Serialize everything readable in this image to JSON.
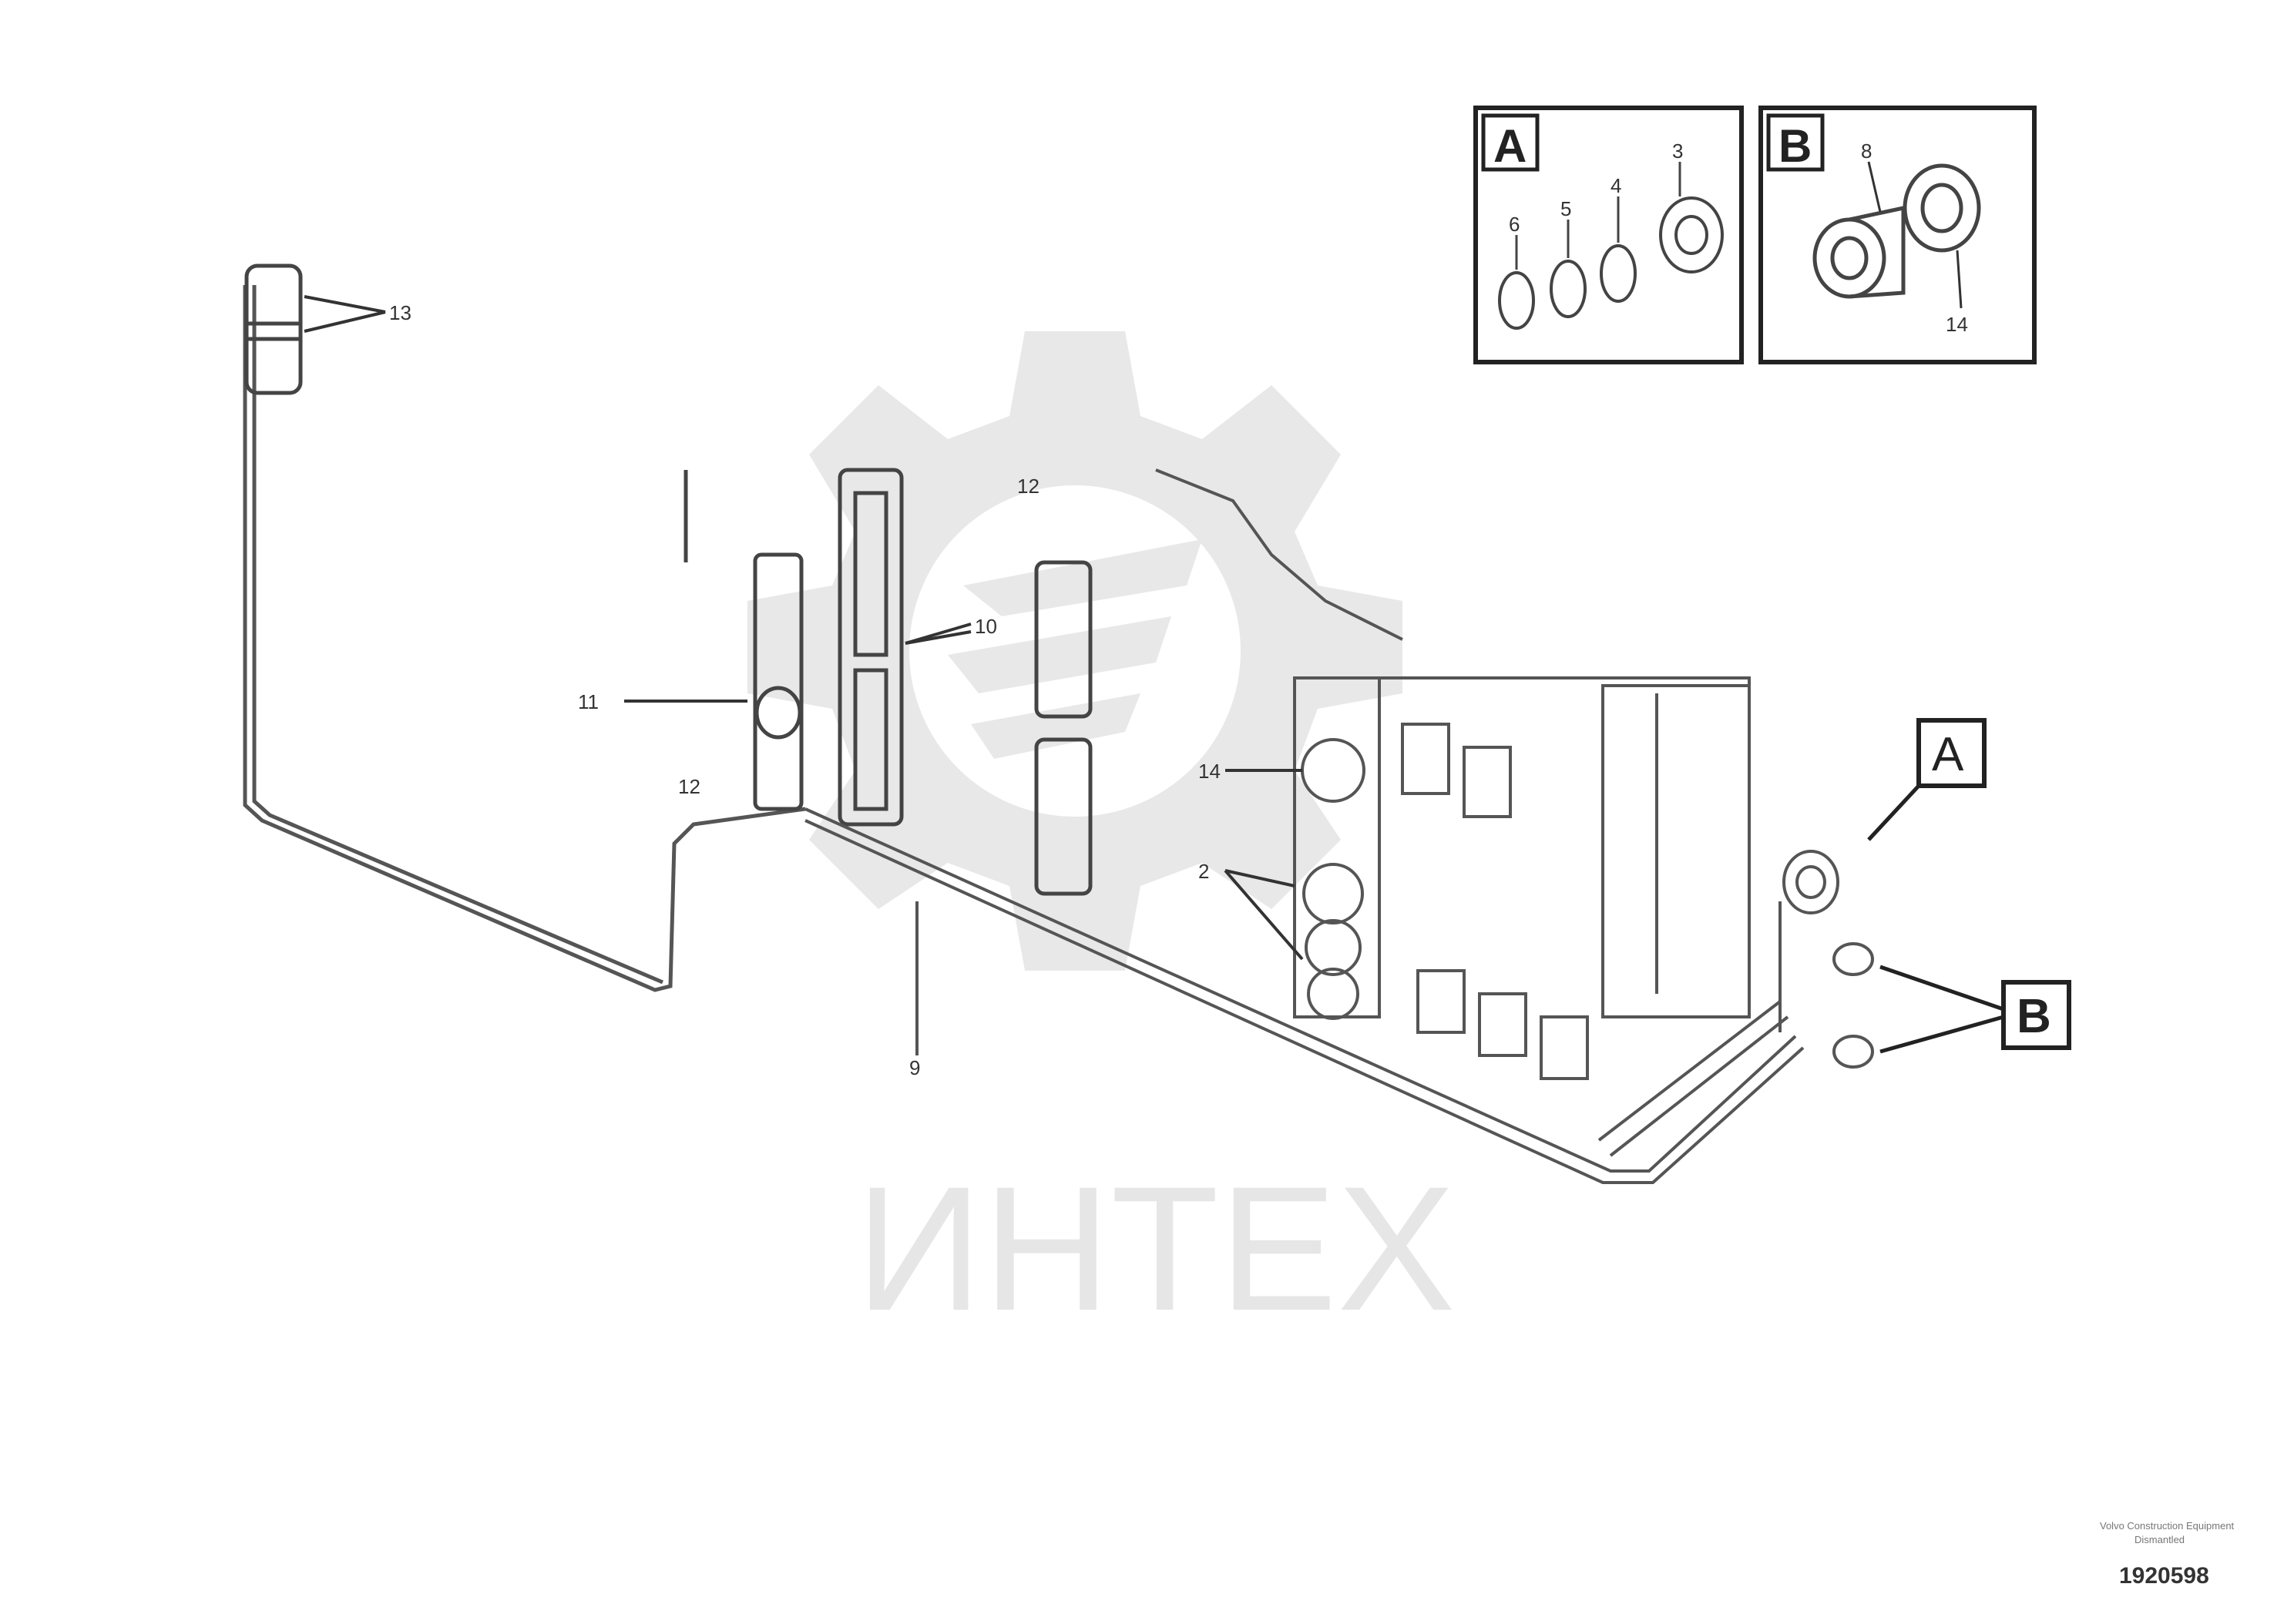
{
  "diagram": {
    "detail_views": [
      {
        "id": "A",
        "label": "A",
        "callouts": [
          "6",
          "5",
          "4",
          "3"
        ]
      },
      {
        "id": "B",
        "label": "B",
        "callouts": [
          "8",
          "14"
        ]
      }
    ],
    "view_markers": [
      "A",
      "B"
    ],
    "callouts": {
      "top_left": "13",
      "middle": "10",
      "left": "11",
      "left_lower": "12",
      "center_top": "12",
      "center": "14",
      "center_lower": "2",
      "bottom": "9"
    },
    "watermark": "ИНТЕХ",
    "footer": {
      "line1": "Volvo Construction Equipment",
      "line2": "Dismantled",
      "code": "1920598"
    }
  }
}
